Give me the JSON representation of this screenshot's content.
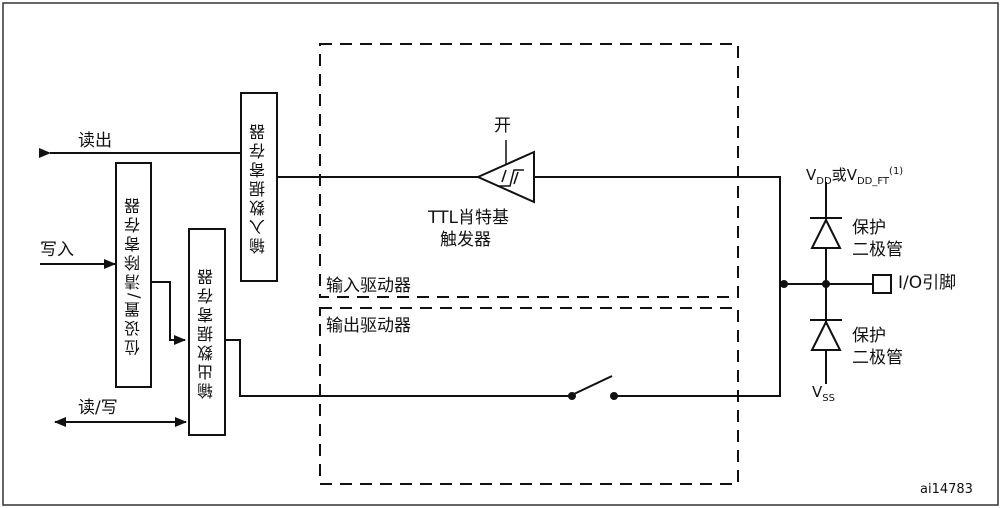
{
  "diagram": {
    "read_out": "读出",
    "write_in": "写入",
    "read_write": "读/写",
    "input_data_register": "输入数据寄存器",
    "bit_set_reset_register": "位设置/清除寄存器",
    "output_data_register": "输出数据寄存器",
    "on_label": "开",
    "schmitt_line1": "TTL肖特基",
    "schmitt_line2": "触发器",
    "input_driver": "输入驱动器",
    "output_driver": "输出驱动器",
    "vdd": "V",
    "vdd_sub": "DD",
    "or_text": "或",
    "vddft": "V",
    "vddft_sub": "DD_FT",
    "vddft_sup": "(1)",
    "protect_diode_top_1": "保护",
    "protect_diode_top_2": "二极管",
    "protect_diode_bot_1": "保护",
    "protect_diode_bot_2": "二极管",
    "vss": "V",
    "vss_sub": "SS",
    "io_pin": "I/O引脚",
    "figure_id": "ai14783"
  }
}
